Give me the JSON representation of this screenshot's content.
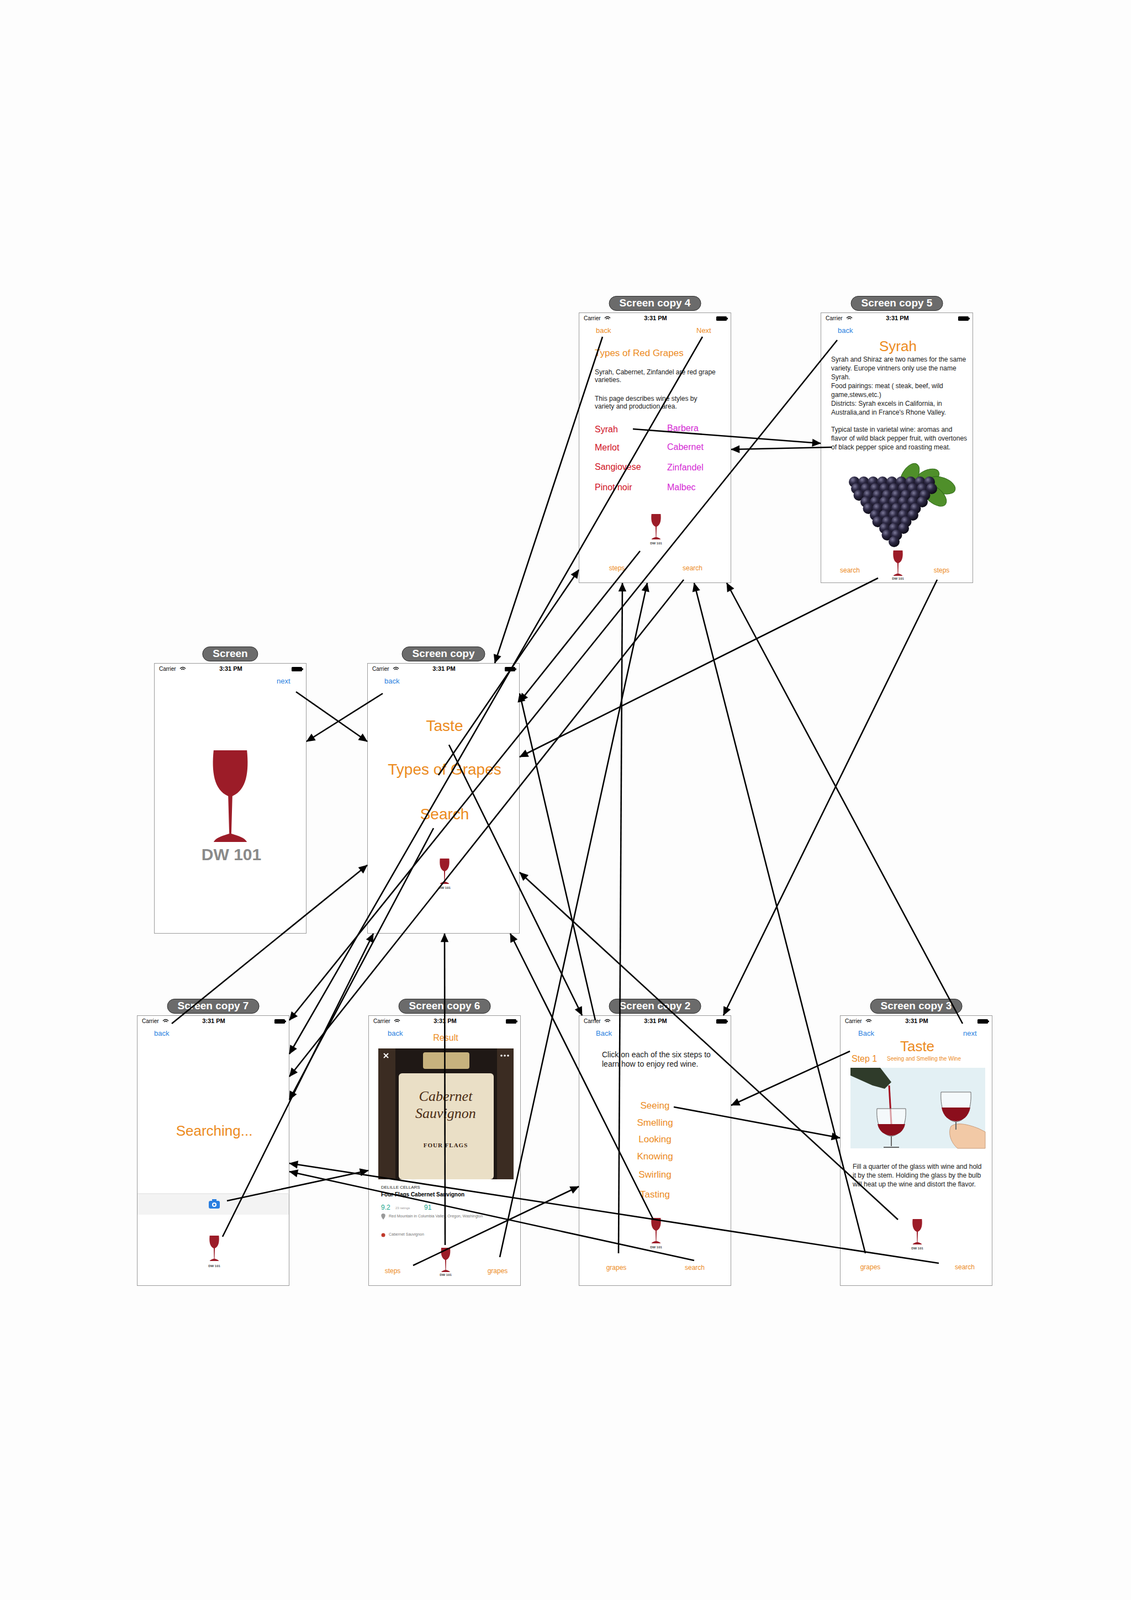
{
  "diagram": {
    "nodes": [
      {
        "text": [
          "Screen",
          "Carrier",
          "3:31 PM",
          "next",
          "DW 101"
        ]
      },
      {
        "text": [
          "Screen copy",
          "Carrier",
          "3:31 PM",
          "back",
          "Taste",
          "Types of Grapes",
          "Search",
          "DW 101"
        ]
      },
      {
        "text": [
          "Screen copy 4",
          "Carrier",
          "3:31 PM",
          "back",
          "Next",
          "Types of Red Grapes",
          "Syrah, Cabernet, Zinfandel are red grape varieties.",
          "This page describes wine styles by variety and production area.",
          "Syrah",
          "Barbera",
          "Merlot",
          "Cabernet",
          "Sangiovese",
          "Zinfandel",
          "Pinot noir",
          "Malbec",
          "DW 101",
          "steps",
          "search"
        ]
      },
      {
        "text": [
          "Screen copy 5",
          "Carrier",
          "3:31 PM",
          "back",
          "Syrah",
          "Syrah and Shiraz are two names for the same variety. Europe vintners only use the name Syrah.",
          "Food pairings: meat ( steak, beef, wild game,stews,etc.)",
          "Districts: Syrah excels in California, in Australia,and in France's Rhone Valley.",
          "Typical taste in varietal wine: aromas and flavor of wild black pepper fruit, with overtones of black pepper spice and roasting meat.",
          "search",
          "DW 101",
          "steps"
        ]
      },
      {
        "text": [
          "Screen copy 7",
          "Carrier",
          "3:31 PM",
          "back",
          "Searching...",
          "DW 101"
        ]
      },
      {
        "text": [
          "Screen copy 6",
          "Carrier",
          "3:31 PM",
          "back",
          "Result",
          "Cabernet Sauvignon",
          "FOUR FLAGS",
          "DELILLE CELLARS",
          "Four Flags Cabernet Sauvignon",
          "9.2",
          "23 ratings",
          "91",
          "Red Mountain in Columbia Valley, Oregon, Washington",
          "Cabernet Sauvignon",
          "DW 101",
          "steps",
          "grapes"
        ]
      },
      {
        "text": [
          "Screen copy 2",
          "Carrier",
          "3:31 PM",
          "Back",
          "Click on each of the six steps to learn how to enjoy red wine.",
          "Seeing",
          "Smelling",
          "Looking",
          "Knowing",
          "Swirling",
          "Tasting",
          "DW 101",
          "grapes",
          "search"
        ]
      },
      {
        "text": [
          "Screen copy 3",
          "Carrier",
          "3:31 PM",
          "Back",
          "next",
          "Taste",
          "Step 1",
          "Seeing and Smelling the Wine",
          "Fill a quarter of the glass with wine and hold it by the stem. Holding the glass by the bulb will heat up the wine and distort the flavor.",
          "DW 101",
          "grapes",
          "search"
        ]
      }
    ],
    "edges": [
      {
        "from": 0,
        "to": 1,
        "arrow": "to"
      },
      {
        "from": 1,
        "to": 0,
        "arrow": "to"
      },
      {
        "from": 1,
        "to": 6,
        "arrow": "to"
      },
      {
        "from": 1,
        "to": 2,
        "arrow": "to"
      },
      {
        "from": 1,
        "to": 4,
        "arrow": "to"
      },
      {
        "from": 2,
        "to": 1,
        "arrow": "to"
      },
      {
        "from": 2,
        "to": 4,
        "arrow": "to"
      },
      {
        "from": 2,
        "to": 3,
        "arrow": "to"
      },
      {
        "from": 3,
        "to": 2,
        "arrow": "to"
      },
      {
        "from": 2,
        "to": 1,
        "arrow": "to"
      },
      {
        "from": 2,
        "to": 4,
        "arrow": "to"
      },
      {
        "from": 3,
        "to": 1,
        "arrow": "to"
      },
      {
        "from": 3,
        "to": 6,
        "arrow": "to"
      },
      {
        "from": 3,
        "to": 4,
        "arrow": "to"
      },
      {
        "from": 4,
        "to": 1,
        "arrow": "to"
      },
      {
        "from": 4,
        "to": 5,
        "arrow": "to"
      },
      {
        "from": 4,
        "to": 1,
        "arrow": "to"
      },
      {
        "from": 5,
        "to": 6,
        "arrow": "to"
      },
      {
        "from": 5,
        "to": 2,
        "arrow": "to"
      },
      {
        "from": 5,
        "to": 1,
        "arrow": "to"
      },
      {
        "from": 6,
        "to": 1,
        "arrow": "to"
      },
      {
        "from": 6,
        "to": 7,
        "arrow": "to"
      },
      {
        "from": 6,
        "to": 2,
        "arrow": "to"
      },
      {
        "from": 6,
        "to": 4,
        "arrow": "to"
      },
      {
        "from": 6,
        "to": 1,
        "arrow": "to"
      },
      {
        "from": 7,
        "to": 6,
        "arrow": "to"
      },
      {
        "from": 7,
        "to": 2,
        "arrow": "to"
      },
      {
        "from": 7,
        "to": 2,
        "arrow": "to"
      },
      {
        "from": 7,
        "to": 4,
        "arrow": "to"
      },
      {
        "from": 7,
        "to": 1,
        "arrow": "to"
      }
    ]
  }
}
